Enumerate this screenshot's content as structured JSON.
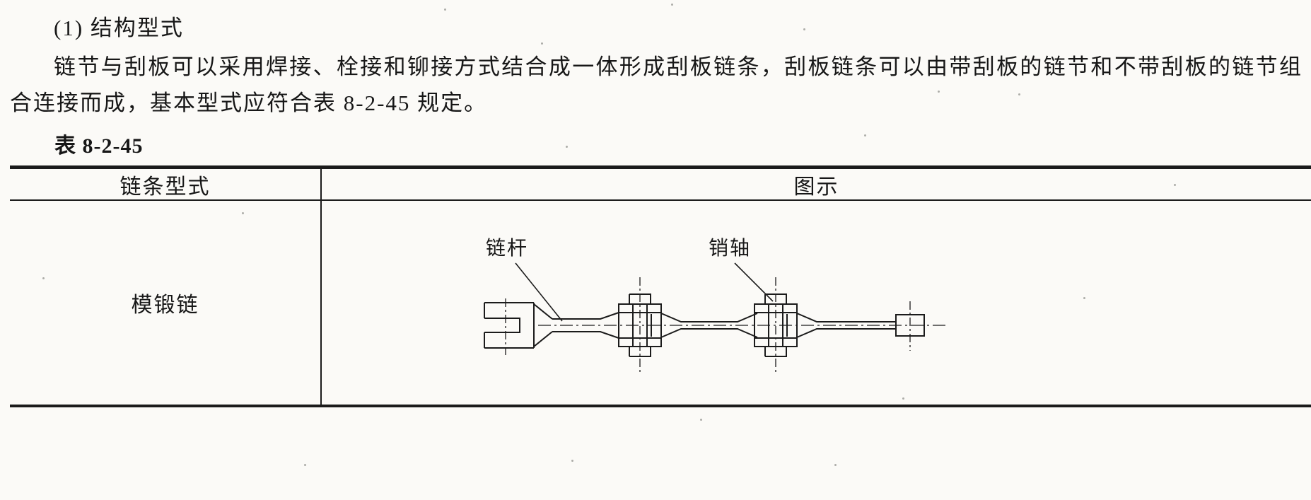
{
  "text": {
    "heading": "(1) 结构型式",
    "body": "链节与刮板可以采用焊接、栓接和铆接方式结合成一体形成刮板链条，刮板链条可以由带刮板的链节和不带刮板的链节组合连接而成，基本型式应符合表 8-2-45 规定。"
  },
  "table": {
    "caption": "表 8-2-45",
    "headers": [
      "链条型式",
      "图示"
    ],
    "rows": [
      {
        "type": "模锻链"
      }
    ]
  },
  "diagram": {
    "labels": {
      "rod": "链杆",
      "pin": "销轴"
    },
    "line_color": "#1b1b1b"
  }
}
